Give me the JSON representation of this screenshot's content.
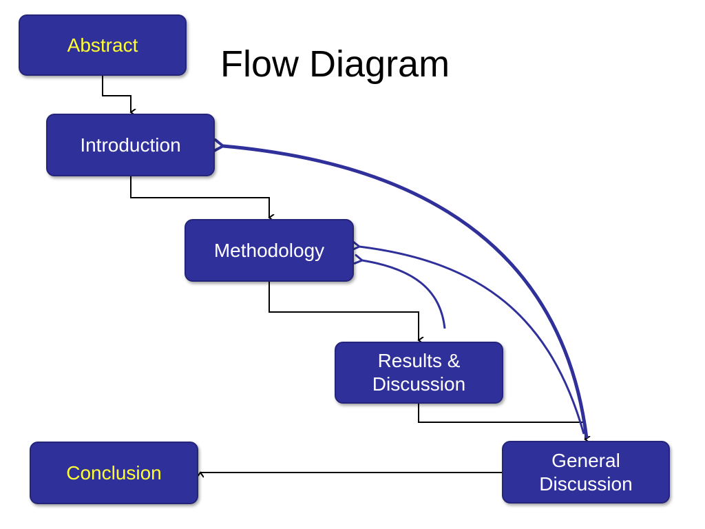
{
  "title": "Flow Diagram",
  "nodes": {
    "abstract": {
      "label": "Abstract",
      "text_color": "#ffff33"
    },
    "introduction": {
      "label": "Introduction",
      "text_color": "#ffffff"
    },
    "methodology": {
      "label": "Methodology",
      "text_color": "#ffffff"
    },
    "results": {
      "label": "Results &\nDiscussion",
      "text_color": "#ffffff"
    },
    "general": {
      "label": "General\nDiscussion",
      "text_color": "#ffffff"
    },
    "conclusion": {
      "label": "Conclusion",
      "text_color": "#ffff33"
    }
  },
  "edges": [
    {
      "from": "Abstract",
      "to": "Introduction",
      "style": "elbow-black"
    },
    {
      "from": "Introduction",
      "to": "Methodology",
      "style": "elbow-black"
    },
    {
      "from": "Methodology",
      "to": "Results & Discussion",
      "style": "elbow-black"
    },
    {
      "from": "Results & Discussion",
      "to": "General Discussion",
      "style": "elbow-black"
    },
    {
      "from": "General Discussion",
      "to": "Conclusion",
      "style": "straight-black"
    },
    {
      "from": "General Discussion",
      "to": "Introduction",
      "style": "curved-blue-thick"
    },
    {
      "from": "General Discussion",
      "to": "Methodology",
      "style": "curved-blue-thin"
    },
    {
      "from": "Results & Discussion",
      "to": "Methodology",
      "style": "curved-blue-thin"
    }
  ],
  "colors": {
    "box_fill": "#30309a",
    "curve": "#30309a",
    "connector": "#000000"
  }
}
